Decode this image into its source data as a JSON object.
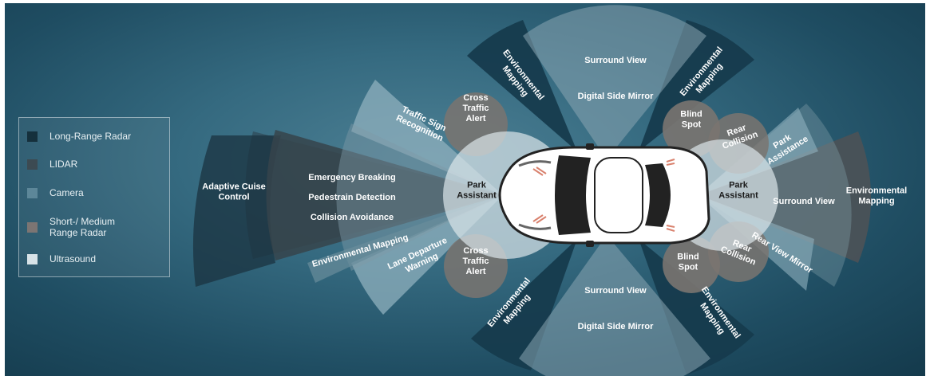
{
  "legend": {
    "items": [
      {
        "label": "Long-Range Radar",
        "color": "#15303c"
      },
      {
        "label": "LIDAR",
        "color": "#3c4a52"
      },
      {
        "label": "Camera",
        "color": "#5d8799"
      },
      {
        "label": "Short-/ Medium\nRange Radar",
        "color": "#7c7573"
      },
      {
        "label": "Ultrasound",
        "color": "#d7e2e7"
      }
    ]
  },
  "labels": {
    "adaptive_cruise": "Adaptive Cuise\nControl",
    "emergency_breaking": "Emergency Breaking",
    "pedestrian_detection": "Pedestrain Detection",
    "collision_avoidance": "Collision Avoidance",
    "environmental_mapping_front": "Environmental Mapping",
    "traffic_sign": "Traffic Sign\nRecognition",
    "lane_departure": "Lane Departure\nWarning",
    "cross_traffic_top": "Cross\nTraffic\nAlert",
    "cross_traffic_bottom": "Cross\nTraffic\nAlert",
    "park_assistant_front": "Park\nAssistant",
    "park_assistant_rear": "Park\nAssistant",
    "surround_view_top": "Surround View",
    "digital_side_mirror_top": "Digital Side Mirror",
    "surround_view_bottom": "Surround View",
    "digital_side_mirror_bottom": "Digital Side Mirror",
    "env_mapping_top_left": "Environmental\nMapping",
    "env_mapping_top_right": "Environmental\nMapping",
    "env_mapping_bottom_left": "Environmental\nMapping",
    "env_mapping_bottom_right": "Environmental\nMapping",
    "blind_spot_top": "Blind\nSpot",
    "blind_spot_bottom": "Blind\nSpot",
    "rear_collision_top": "Rear\nCollision",
    "rear_collision_bottom": "Rear\nCollision",
    "park_assistance": "Park\nAssistance",
    "surround_view_rear": "Surround View",
    "environmental_mapping_rear": "Environmental\nMapping",
    "rear_view_mirror": "Rear View Mirror"
  }
}
